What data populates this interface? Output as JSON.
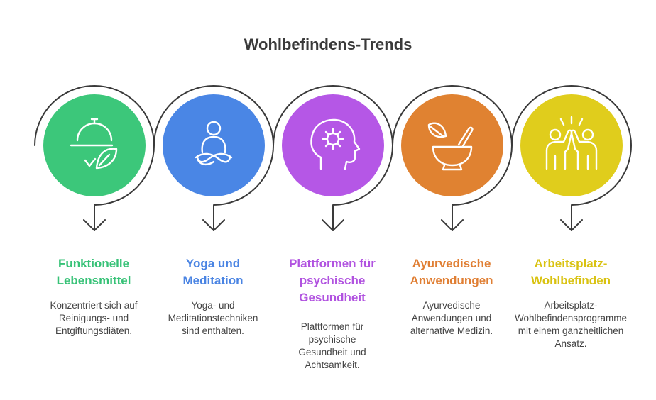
{
  "title": "Wohlbefindens-Trends",
  "items": [
    {
      "heading": [
        "Funktionelle",
        "Lebensmittel"
      ],
      "description": [
        "Konzentriert sich auf",
        "Reinigungs- und",
        "Entgiftungsdiäten."
      ],
      "color": "#3cc77a",
      "icon": "food-cloche-leaf-icon"
    },
    {
      "heading": [
        "Yoga und",
        "Meditation"
      ],
      "description": [
        "Yoga- und",
        "Meditationstechniken",
        "sind enthalten."
      ],
      "color": "#4a86e5",
      "icon": "meditation-person-icon"
    },
    {
      "heading": [
        "Plattformen für",
        "psychische",
        "Gesundheit"
      ],
      "description": [
        "Plattformen für",
        "psychische",
        "Gesundheit und",
        "Achtsamkeit."
      ],
      "color": "#b557e6",
      "icon": "head-gear-icon"
    },
    {
      "heading": [
        "Ayurvedische",
        "Anwendungen"
      ],
      "description": [
        "Ayurvedische",
        "Anwendungen und",
        "alternative Medizin."
      ],
      "color": "#e08231",
      "icon": "mortar-pestle-leaf-icon"
    },
    {
      "heading": [
        "Arbeitsplatz-",
        "Wohlbefinden"
      ],
      "description": [
        "Arbeitsplatz-",
        "Wohlbefindensprogramme",
        "mit einem ganzheitlichen",
        "Ansatz."
      ],
      "color": "#e0cd1c",
      "icon": "high-five-icon"
    }
  ]
}
